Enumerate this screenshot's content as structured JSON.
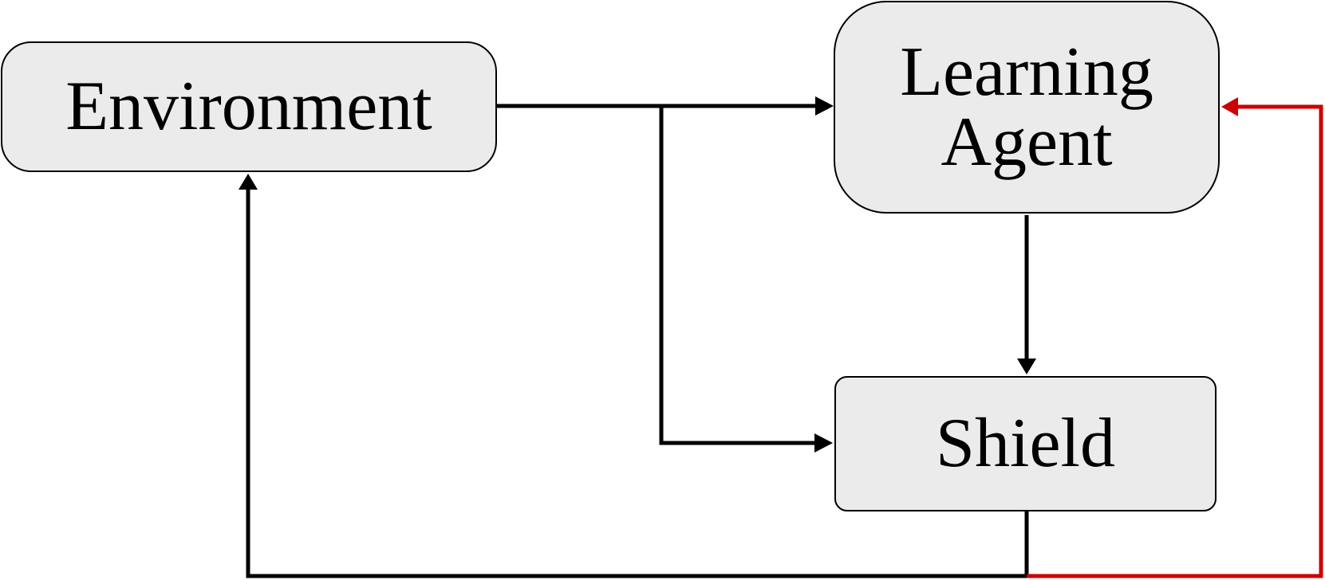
{
  "diagram": {
    "nodes": {
      "environment": {
        "label": "Environment"
      },
      "learning_agent": {
        "label_line1": "Learning",
        "label_line2": "Agent"
      },
      "shield": {
        "label": "Shield"
      }
    },
    "edges": [
      {
        "from": "environment",
        "to": "learning_agent",
        "color": "#000000"
      },
      {
        "from": "environment",
        "to": "shield",
        "color": "#000000"
      },
      {
        "from": "learning_agent",
        "to": "shield",
        "color": "#000000"
      },
      {
        "from": "shield",
        "to": "environment",
        "color": "#000000"
      },
      {
        "from": "shield",
        "to": "learning_agent",
        "color": "#cc0000"
      }
    ],
    "colors": {
      "node_fill": "#ebebeb",
      "stroke": "#000000",
      "feedback": "#cc0000"
    }
  }
}
